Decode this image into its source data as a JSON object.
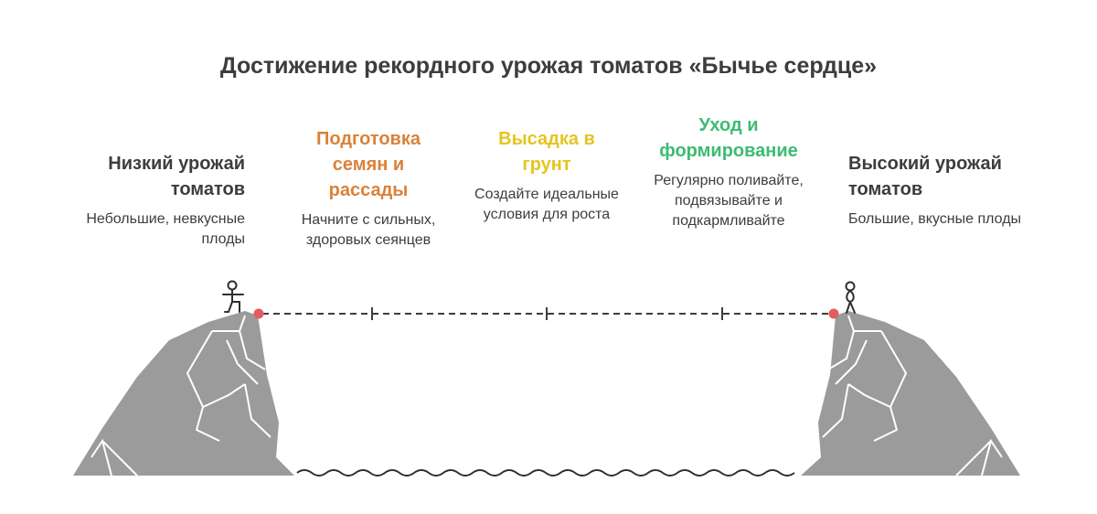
{
  "title": "Достижение рекордного урожая томатов «Бычье сердце»",
  "colors": {
    "dark": "#3d3d3d",
    "stage1": "#d9823a",
    "stage2": "#e6c41f",
    "stage3": "#3dbb72",
    "rock": "#9b9b9b",
    "marker": "#e35d5d"
  },
  "start": {
    "heading": "Низкий урожай томатов",
    "desc": "Небольшие, невкусные плоды"
  },
  "stages": [
    {
      "heading": "Подготовка семян и рассады",
      "desc": "Начните с сильных, здоровых сеянцев"
    },
    {
      "heading": "Высадка в грунт",
      "desc": "Создайте идеальные условия для роста"
    },
    {
      "heading": "Уход и формирование",
      "desc": "Регулярно поливайте, подвязывайте и подкармливайте"
    }
  ],
  "end": {
    "heading": "Высокий урожай томатов",
    "desc": "Большие, вкусные плоды"
  }
}
